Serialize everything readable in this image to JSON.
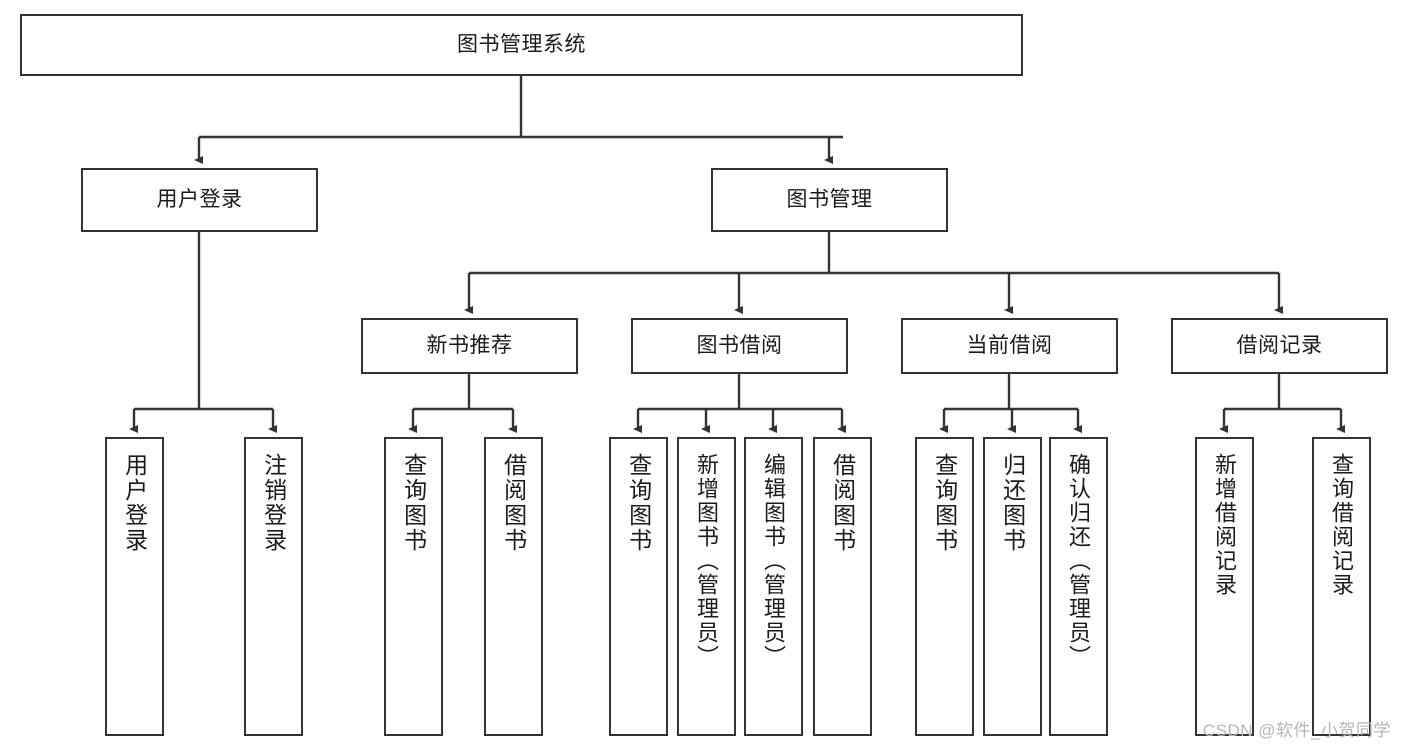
{
  "diagram": {
    "title": "图书管理系统",
    "type": "tree",
    "watermark": "CSDN @软件_小贺同学",
    "colors": {
      "box_border": "#333333",
      "box_fill": "#ffffff",
      "edge": "#333333",
      "text": "#1b1b1b",
      "watermark": "#b6b6b6",
      "background": "#ffffff"
    },
    "nodes": {
      "root": {
        "label": "图书管理系统"
      },
      "level2": [
        {
          "id": "user-login",
          "label": "用户登录"
        },
        {
          "id": "book-manage",
          "label": "图书管理"
        }
      ],
      "level3": [
        {
          "id": "new-book-recommend",
          "label": "新书推荐"
        },
        {
          "id": "book-borrow",
          "label": "图书借阅"
        },
        {
          "id": "current-borrow",
          "label": "当前借阅"
        },
        {
          "id": "borrow-record",
          "label": "借阅记录"
        }
      ],
      "leaves": {
        "user-login": [
          {
            "id": "leaf-user-login",
            "label": "用户登录"
          },
          {
            "id": "leaf-logout",
            "label": "注销登录"
          }
        ],
        "new-book-recommend": [
          {
            "id": "leaf-query-book-1",
            "label": "查询图书"
          },
          {
            "id": "leaf-borrow-book-1",
            "label": "借阅图书"
          }
        ],
        "book-borrow": [
          {
            "id": "leaf-query-book-2",
            "label": "查询图书"
          },
          {
            "id": "leaf-add-book",
            "label": "新增图书（管理员）"
          },
          {
            "id": "leaf-edit-book",
            "label": "编辑图书（管理员）"
          },
          {
            "id": "leaf-borrow-book-2",
            "label": "借阅图书"
          }
        ],
        "current-borrow": [
          {
            "id": "leaf-query-book-3",
            "label": "查询图书"
          },
          {
            "id": "leaf-return-book",
            "label": "归还图书"
          },
          {
            "id": "leaf-confirm-return",
            "label": "确认归还（管理员）"
          }
        ],
        "borrow-record": [
          {
            "id": "leaf-add-record",
            "label": "新增借阅记录"
          },
          {
            "id": "leaf-query-record",
            "label": "查询借阅记录"
          }
        ]
      }
    }
  }
}
